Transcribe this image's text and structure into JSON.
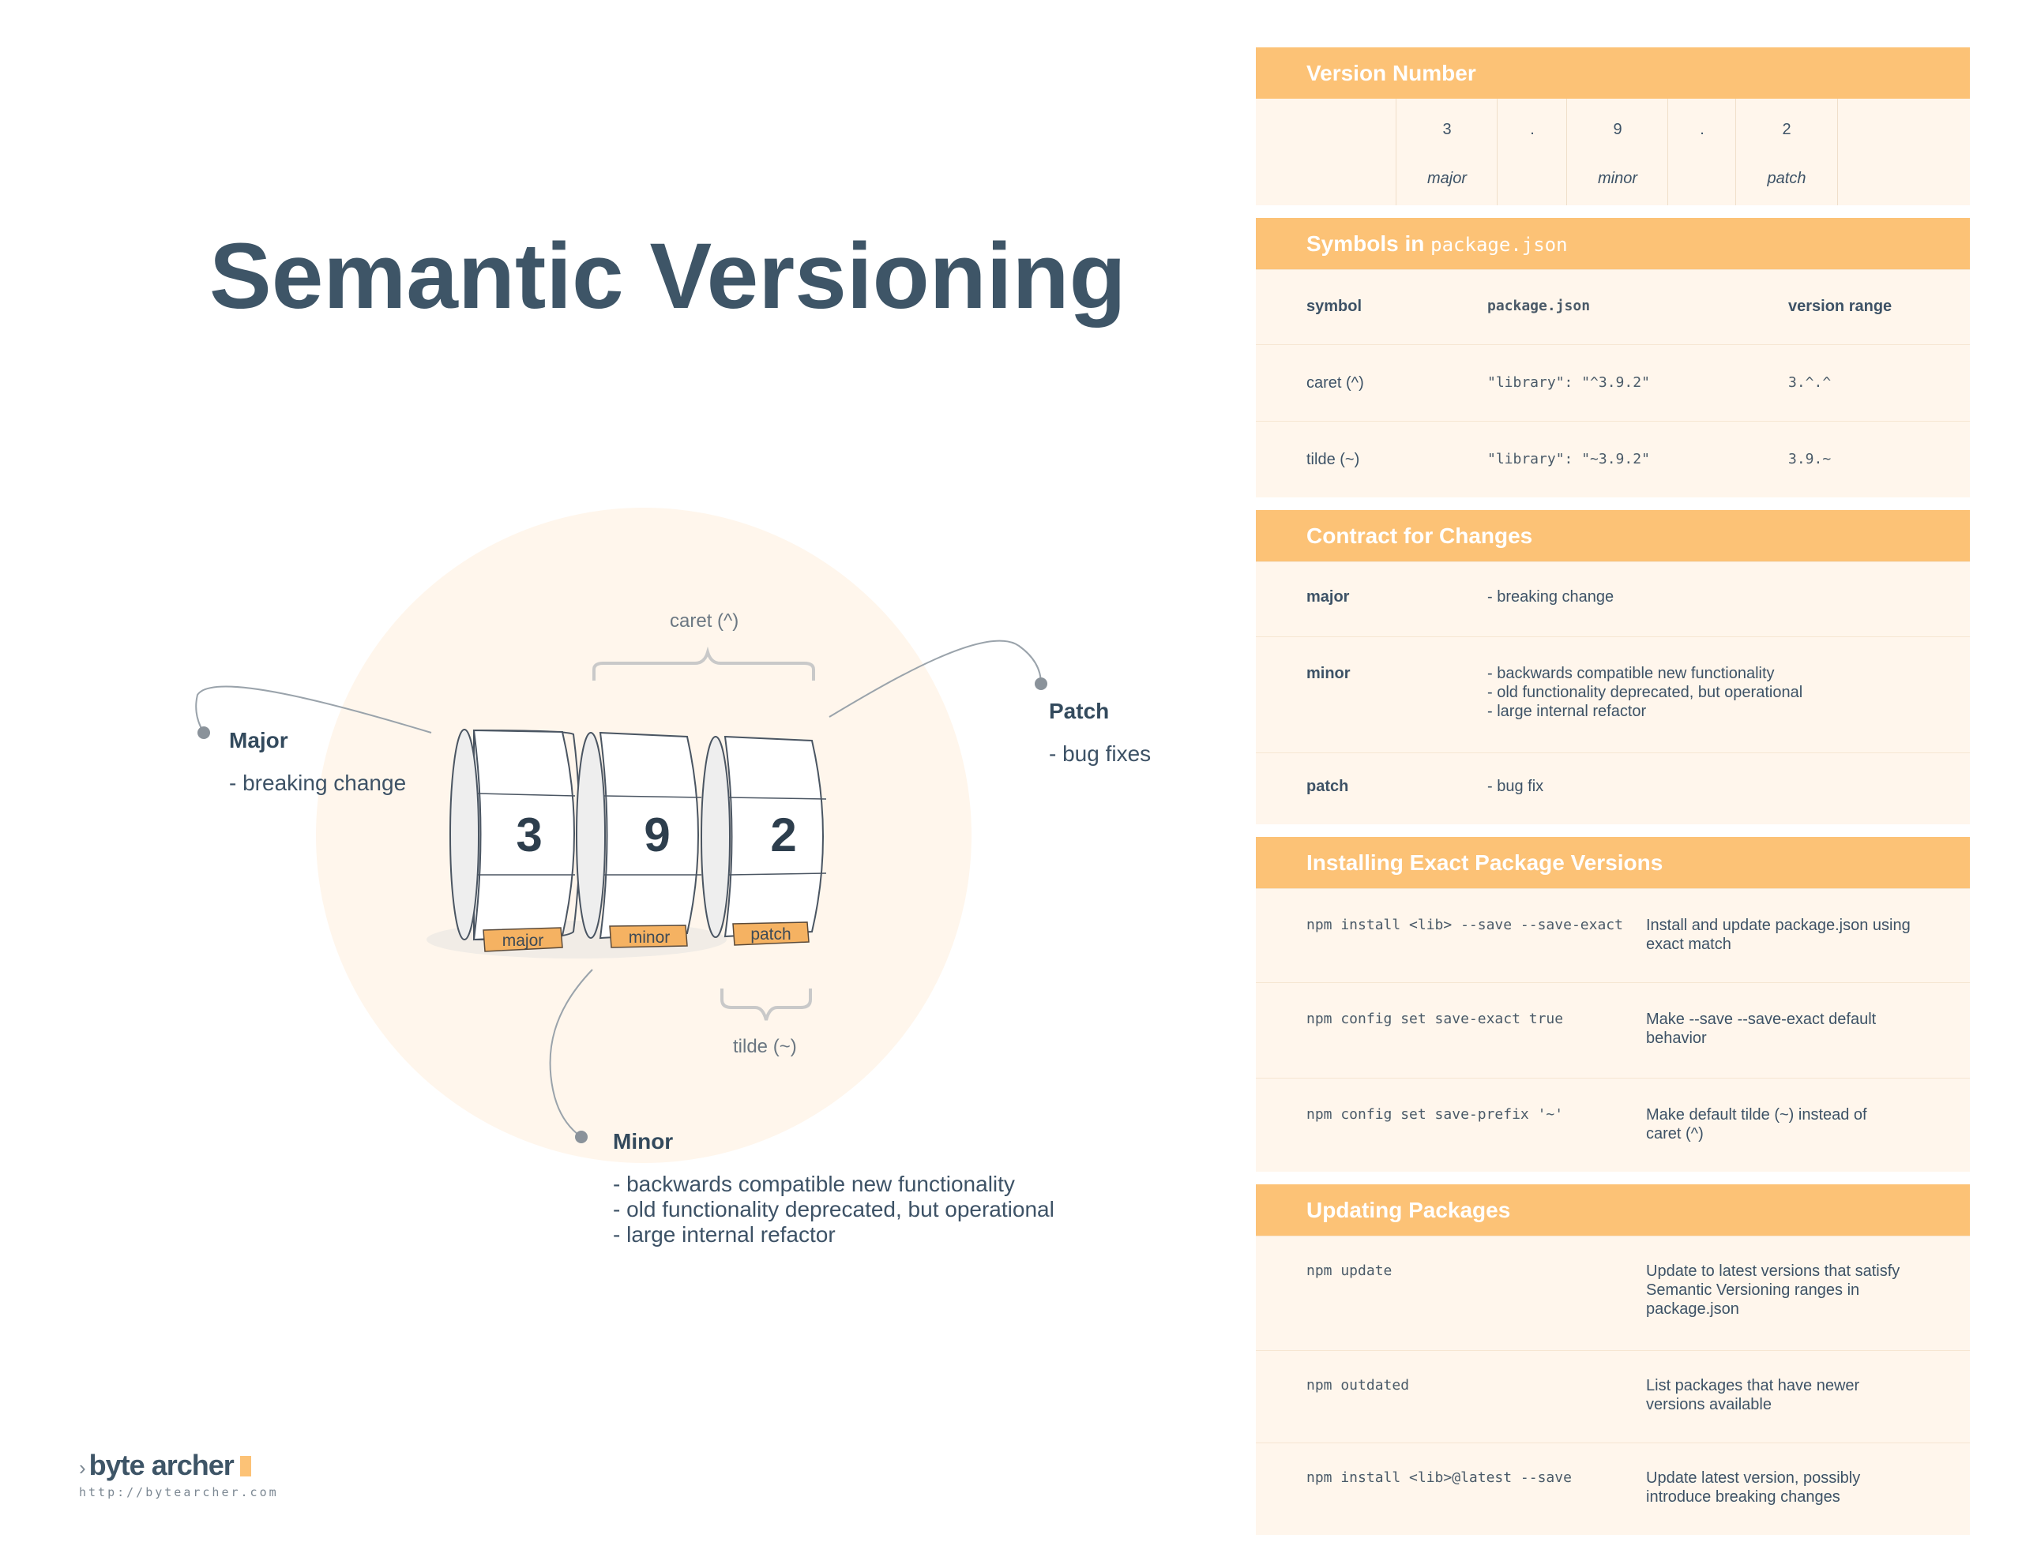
{
  "title": "Semantic Versioning",
  "diagram": {
    "digits": [
      "3",
      "9",
      "2"
    ],
    "tags": [
      "major",
      "minor",
      "patch"
    ],
    "caret_label": "caret (^)",
    "tilde_label": "tilde (~)",
    "major": {
      "title": "Major",
      "text": "- breaking change"
    },
    "patch": {
      "title": "Patch",
      "text": "- bug fixes"
    },
    "minor": {
      "title": "Minor",
      "text": "- backwards compatible new functionality\n- old functionality deprecated, but operational\n- large internal refactor"
    }
  },
  "logo": {
    "name": "byte archer",
    "url": "http://bytearcher.com",
    "chevron": "›"
  },
  "sections": {
    "version_number": {
      "title": "Version Number",
      "parts": [
        {
          "value": "3",
          "label": "major"
        },
        {
          "value": ".",
          "label": ""
        },
        {
          "value": "9",
          "label": "minor"
        },
        {
          "value": ".",
          "label": ""
        },
        {
          "value": "2",
          "label": "patch"
        }
      ]
    },
    "symbols": {
      "title_prefix": "Symbols in",
      "title_code": "package.json",
      "headers": [
        "symbol",
        "package.json",
        "version range"
      ],
      "rows": [
        [
          "caret (^)",
          "\"library\": \"^3.9.2\"",
          "3.^.^"
        ],
        [
          "tilde (~)",
          "\"library\": \"~3.9.2\"",
          "3.9.~"
        ]
      ]
    },
    "contract": {
      "title": "Contract for Changes",
      "rows": [
        [
          "major",
          "- breaking change"
        ],
        [
          "minor",
          "- backwards compatible new functionality\n- old functionality deprecated, but operational\n- large internal refactor"
        ],
        [
          "patch",
          "- bug fix"
        ]
      ]
    },
    "installing": {
      "title": "Installing Exact Package Versions",
      "rows": [
        [
          "npm install <lib> --save --save-exact",
          "Install and update package.json using\nexact match"
        ],
        [
          "npm config set save-exact true",
          "Make --save --save-exact default\nbehavior"
        ],
        [
          "npm config set save-prefix '~'",
          "Make default tilde (~) instead of\ncaret (^)"
        ]
      ]
    },
    "updating": {
      "title": "Updating Packages",
      "rows": [
        [
          "npm update",
          "Update to latest versions that satisfy\nSemantic Versioning ranges in\npackage.json"
        ],
        [
          "npm outdated",
          "List packages that have newer\nversions available"
        ],
        [
          "npm install <lib>@latest --save",
          "Update latest version, possibly\nintroduce breaking changes"
        ]
      ]
    }
  },
  "colors": {
    "accent": "#fcc276",
    "bg_tint": "#fff6ec",
    "text": "#3e5567"
  }
}
